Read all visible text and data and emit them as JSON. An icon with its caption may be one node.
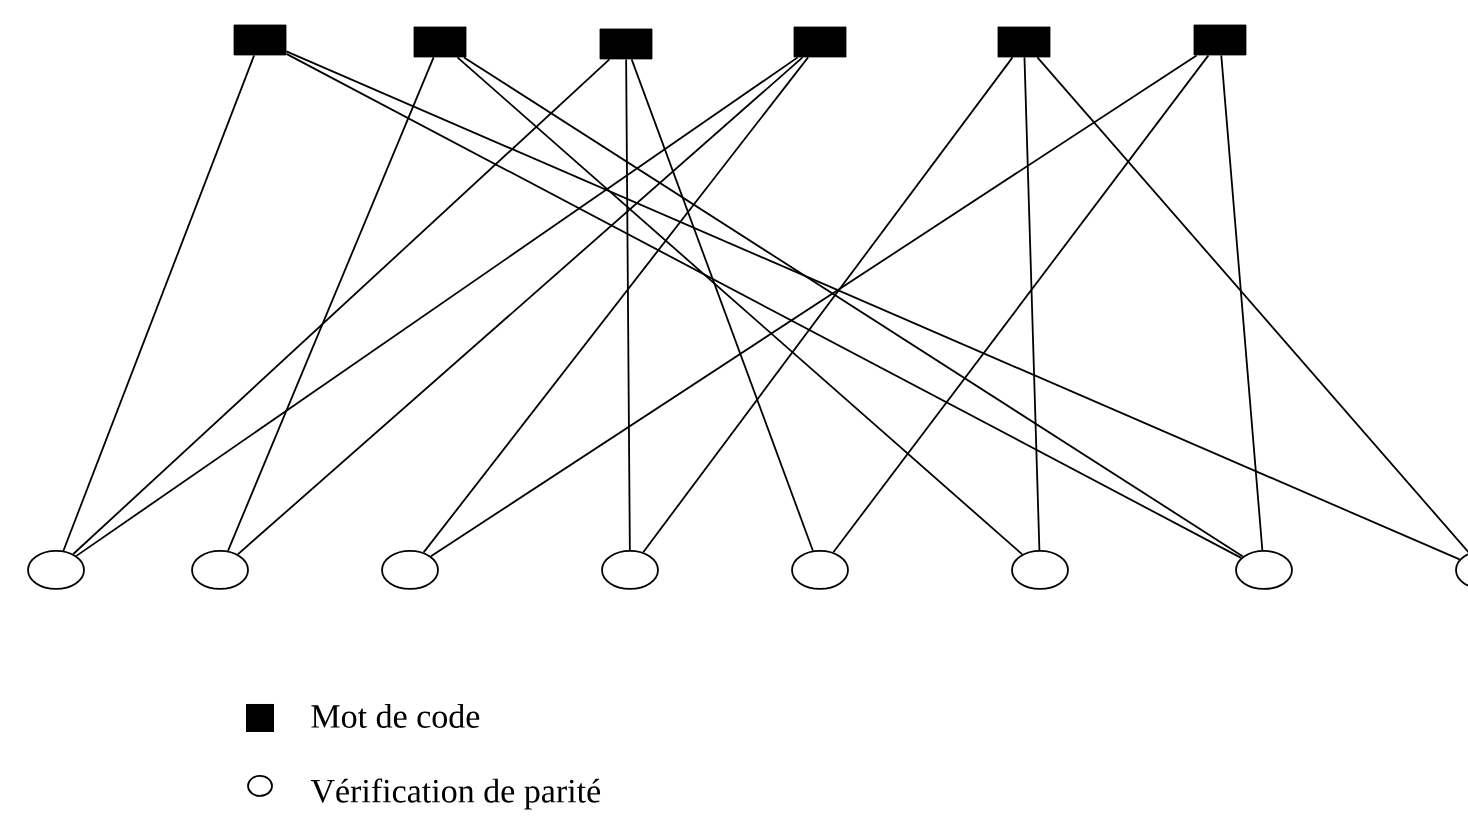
{
  "diagram": {
    "nodes": [
      {
        "text": [],
        "shape": "box"
      },
      {
        "text": [],
        "shape": "box"
      },
      {
        "text": [],
        "shape": "box"
      },
      {
        "text": [],
        "shape": "box"
      },
      {
        "text": [],
        "shape": "box"
      },
      {
        "text": [],
        "shape": "box"
      },
      {
        "text": [],
        "shape": "circle"
      },
      {
        "text": [],
        "shape": "circle"
      },
      {
        "text": [],
        "shape": "circle"
      },
      {
        "text": [],
        "shape": "circle"
      },
      {
        "text": [],
        "shape": "circle"
      },
      {
        "text": [],
        "shape": "circle"
      },
      {
        "text": [],
        "shape": "circle"
      },
      {
        "text": [],
        "shape": "circle"
      }
    ],
    "edges": [
      {
        "from": 0,
        "to": 6,
        "arrow": "none"
      },
      {
        "from": 0,
        "to": 12,
        "arrow": "none"
      },
      {
        "from": 0,
        "to": 13,
        "arrow": "none"
      },
      {
        "from": 1,
        "to": 7,
        "arrow": "none"
      },
      {
        "from": 1,
        "to": 11,
        "arrow": "none"
      },
      {
        "from": 1,
        "to": 12,
        "arrow": "none"
      },
      {
        "from": 2,
        "to": 6,
        "arrow": "none"
      },
      {
        "from": 2,
        "to": 9,
        "arrow": "none"
      },
      {
        "from": 2,
        "to": 10,
        "arrow": "none"
      },
      {
        "from": 3,
        "to": 6,
        "arrow": "none"
      },
      {
        "from": 3,
        "to": 7,
        "arrow": "none"
      },
      {
        "from": 3,
        "to": 8,
        "arrow": "none"
      },
      {
        "from": 4,
        "to": 9,
        "arrow": "none"
      },
      {
        "from": 4,
        "to": 11,
        "arrow": "none"
      },
      {
        "from": 4,
        "to": 13,
        "arrow": "none"
      },
      {
        "from": 5,
        "to": 8,
        "arrow": "none"
      },
      {
        "from": 5,
        "to": 10,
        "arrow": "none"
      },
      {
        "from": 5,
        "to": 12,
        "arrow": "none"
      }
    ],
    "legend": [
      {
        "text": "Mot de code"
      },
      {
        "text": "Vérification de parité"
      }
    ]
  }
}
